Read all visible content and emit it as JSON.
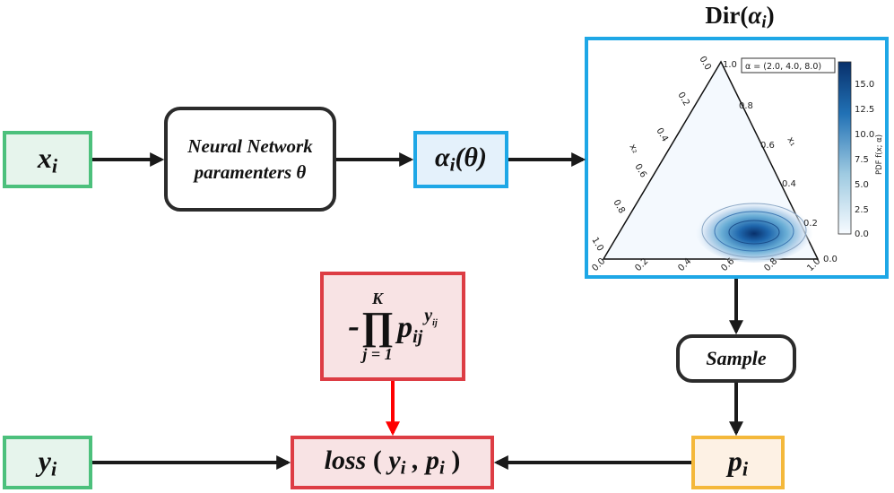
{
  "nodes": {
    "x": {
      "var": "x",
      "idx": "i"
    },
    "nn": {
      "line1": "Neural Network",
      "line2": "paramenters θ"
    },
    "alpha": {
      "var": "α",
      "idx": "i",
      "arg": "(θ)"
    },
    "sample": "Sample",
    "likelihood": {
      "prefix": "-",
      "op": "∏",
      "upper": "K",
      "lower": "j = 1",
      "var": "p",
      "idx": "ij",
      "exp": "y",
      "exp_idx": "ij"
    },
    "y": {
      "var": "y",
      "idx": "i"
    },
    "loss": {
      "fn": "loss",
      "open": "(",
      "a": "y",
      "a_idx": "i",
      "sep": ",",
      "b": "p",
      "b_idx": "i",
      "close": ")"
    },
    "p": {
      "var": "p",
      "idx": "i"
    }
  },
  "dirichlet": {
    "title_pre": "Dir(",
    "title_var": "α",
    "title_idx": "i",
    "title_post": ")",
    "legend": "α = (2.0, 4.0, 8.0)",
    "ticks": [
      "0.0",
      "0.2",
      "0.4",
      "0.6",
      "0.8",
      "1.0"
    ],
    "axis_labels": [
      "x₂",
      "x₁"
    ],
    "colorbar_label": "PDF f(x; α)",
    "colorbar_ticks": [
      "0.0",
      "2.5",
      "5.0",
      "7.5",
      "10.0",
      "12.5",
      "15.0"
    ],
    "colors": {
      "low": "#f7fbff",
      "high": "#08306b"
    }
  },
  "colors": {
    "arrow": "#1a1a1a",
    "red_arrow": "#ff0000"
  }
}
